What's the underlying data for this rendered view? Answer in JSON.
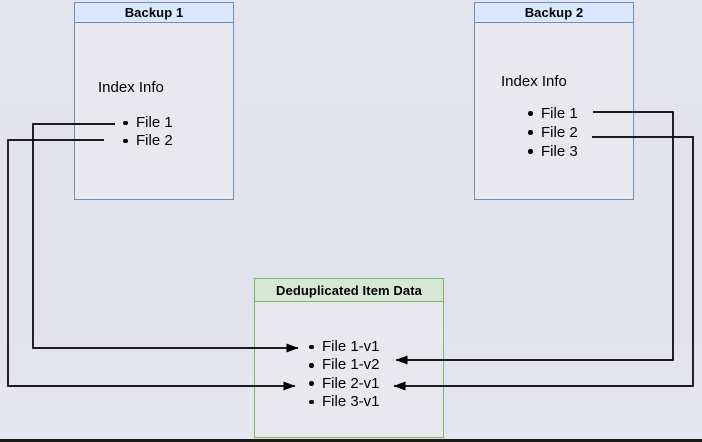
{
  "diagram": {
    "backup1": {
      "title": "Backup 1",
      "subtitle": "Index Info",
      "items": [
        "File 1",
        "File 2"
      ]
    },
    "backup2": {
      "title": "Backup 2",
      "subtitle": "Index Info",
      "items": [
        "File 1",
        "File 2",
        "File 3"
      ]
    },
    "dedup": {
      "title": "Deduplicated Item Data",
      "items": [
        "File 1-v1",
        "File 1-v2",
        "File 2-v1",
        "File 3-v1"
      ]
    },
    "edges": [
      {
        "from": "Backup 1 / File 1",
        "to": "File 1-v1"
      },
      {
        "from": "Backup 1 / File 2",
        "to": "File 2-v1"
      },
      {
        "from": "Backup 2 / File 1",
        "to": "File 1-v2"
      },
      {
        "from": "Backup 2 / File 2",
        "to": "File 2-v1"
      }
    ]
  },
  "colors": {
    "canvas_bg": "#e3e3ed",
    "box_body_fill": "#e9e8ee",
    "backup_header_fill": "#dae8fc",
    "backup_border": "#6c8ebf",
    "dedup_header_fill": "#d5e8d4",
    "dedup_border": "#82b366",
    "arrow": "#000000",
    "bottom_strip": "#1d1a16"
  }
}
